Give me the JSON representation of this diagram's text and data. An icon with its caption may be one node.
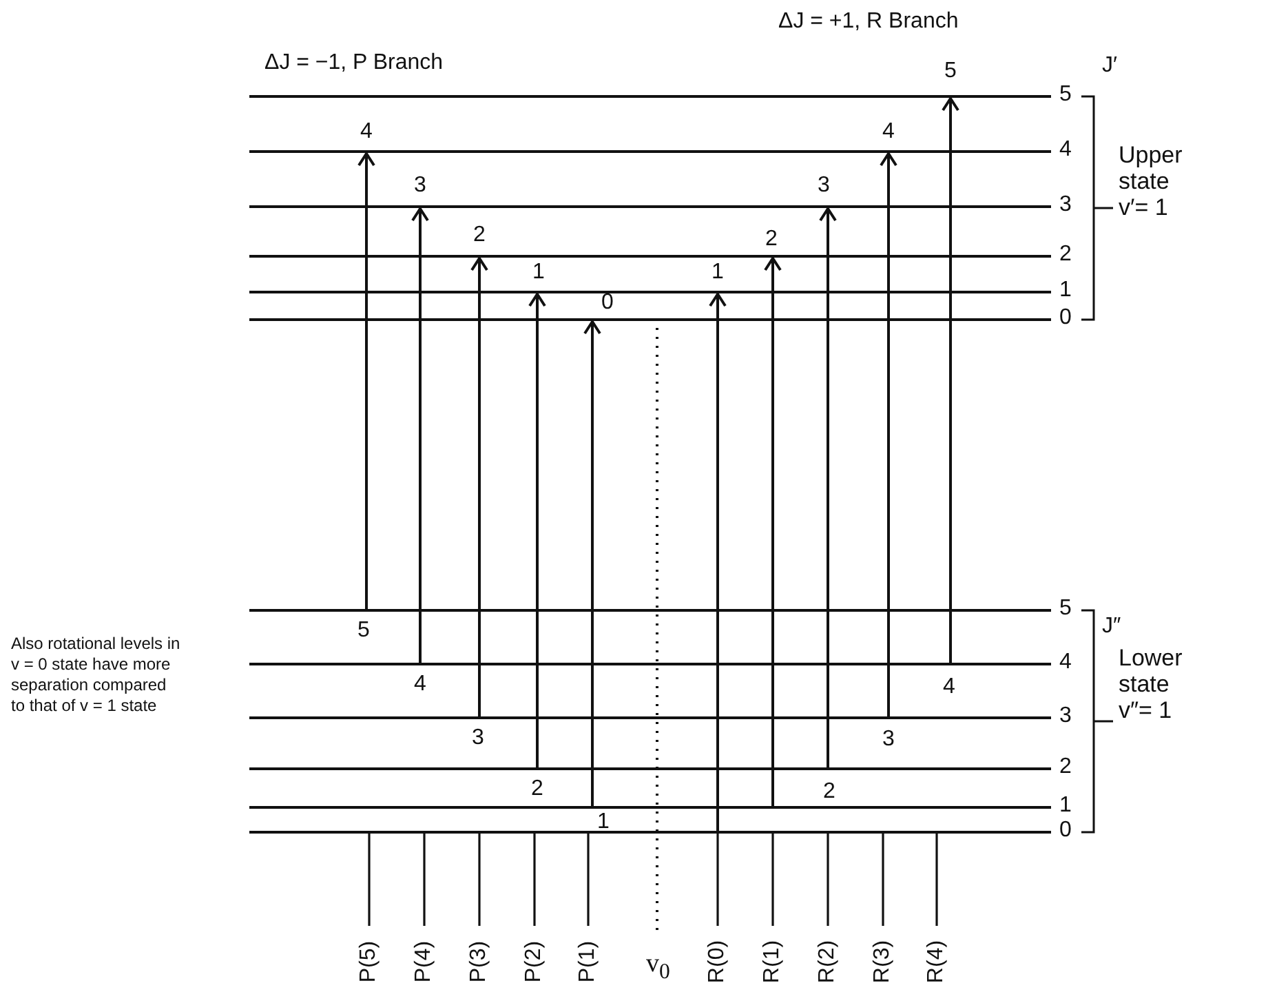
{
  "diagram": {
    "nodes": [
      {
        "text": [],
        "shape": "bar",
        "beside": [
          "5"
        ]
      },
      {
        "text": [],
        "shape": "bar",
        "beside": [
          "4"
        ]
      },
      {
        "text": [],
        "shape": "bar",
        "beside": [
          "3"
        ]
      },
      {
        "text": [],
        "shape": "bar",
        "beside": [
          "2"
        ]
      },
      {
        "text": [],
        "shape": "bar",
        "beside": [
          "1"
        ]
      },
      {
        "text": [],
        "shape": "bar",
        "beside": [
          "0"
        ]
      },
      {
        "text": [],
        "shape": "bar",
        "beside": [
          "5"
        ]
      },
      {
        "text": [],
        "shape": "bar",
        "beside": [
          "4"
        ]
      },
      {
        "text": [],
        "shape": "bar",
        "beside": [
          "3"
        ]
      },
      {
        "text": [],
        "shape": "bar",
        "beside": [
          "2"
        ]
      },
      {
        "text": [],
        "shape": "bar",
        "beside": [
          "1"
        ]
      },
      {
        "text": [],
        "shape": "bar",
        "beside": [
          "0"
        ]
      }
    ],
    "edges": [
      {
        "from": 6,
        "to": 1,
        "arrow": "to"
      },
      {
        "from": 7,
        "to": 2,
        "arrow": "to"
      },
      {
        "from": 8,
        "to": 3,
        "arrow": "to"
      },
      {
        "from": 9,
        "to": 4,
        "arrow": "to"
      },
      {
        "from": 10,
        "to": 5,
        "arrow": "to"
      },
      {
        "from": 11,
        "to": 4,
        "arrow": "to"
      },
      {
        "from": 10,
        "to": 3,
        "arrow": "to"
      },
      {
        "from": 9,
        "to": 2,
        "arrow": "to"
      },
      {
        "from": 8,
        "to": 1,
        "arrow": "to"
      },
      {
        "from": 7,
        "to": 0,
        "arrow": "to"
      }
    ],
    "labels": [
      "ΔJ = +1, R Branch",
      "ΔJ = −1, P Branch",
      "J′",
      "Upper state v′= 1",
      "4",
      "3",
      "2",
      "1",
      "0",
      "1",
      "2",
      "3",
      "4",
      "5",
      "J″",
      "Also rotational levels in v = 0 state have more separation compared to that of v = 1 state",
      "Lower state v″= 1",
      "5",
      "4",
      "3",
      "2",
      "1",
      "2",
      "3",
      "4",
      "P(5)",
      "P(4)",
      "P(3)",
      "P(2)",
      "P(1)",
      "v$_{0}$",
      "R(0)",
      "R(1)",
      "R(2)",
      "R(3)",
      "R(4)"
    ]
  }
}
